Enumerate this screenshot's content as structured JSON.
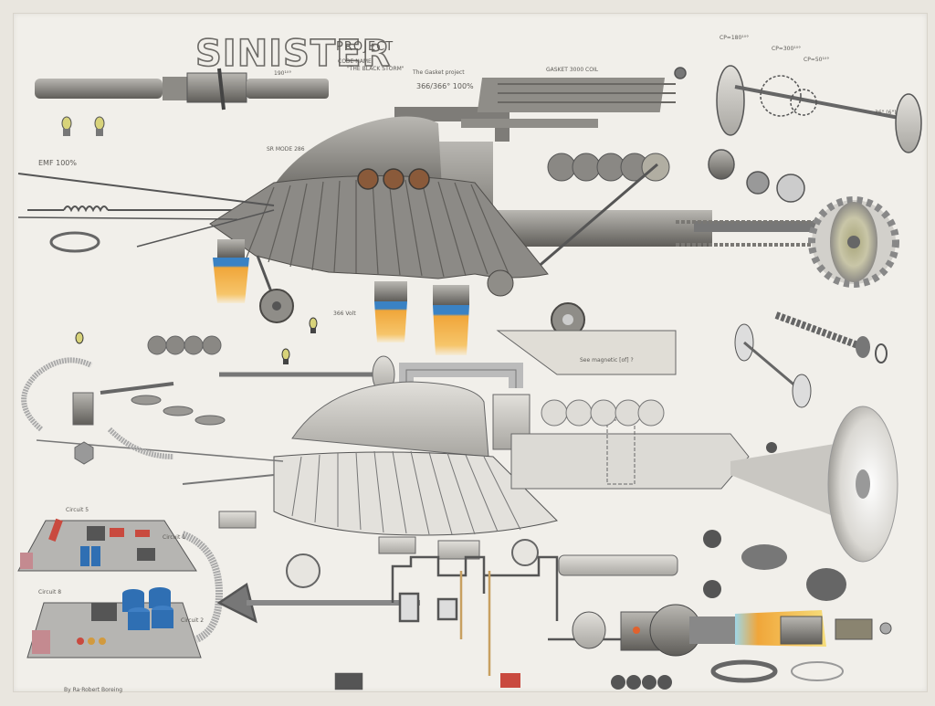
{
  "artwork": {
    "type": "pencil technical drawing of a fantasy machine",
    "colors": {
      "paper": "#f1efea",
      "graphite": "#6c6a66",
      "flame_orange": "#f0a63a",
      "flame_yellow": "#f6d36a",
      "flame_blue": "#3a82c4",
      "capacitor_blue": "#2f6fb3",
      "component_red": "#c94a3f",
      "port_brown": "#8a5a3a",
      "bulb_yellow": "#d8d37a"
    }
  },
  "labels": {
    "title": "SINISTER",
    "project": "PROJECT",
    "code_name_label": "CODE NAME",
    "code_name": "\"THE BLACK STORM\"",
    "dimension_top": "190¹⁰°",
    "gasket_note": "The Gasket project",
    "ratio": "366/366° 100%",
    "emf": "EMF 100%",
    "sr_model": "SR MODE 286",
    "gasket_coil": "GASKET 3000 COIL",
    "cp_values": [
      "CP=180¹⁰°",
      "CP=300¹⁰°",
      "CP=50¹⁰°"
    ],
    "wheel_dim": "36\" (6\")",
    "angle_366": "366 Volt",
    "box_note": "See magnetic [of] ?",
    "circuit_labels": [
      "Circuit 5",
      "Circuit 8",
      "Circuit 1",
      "Circuit 2"
    ],
    "signature": "By Ra·Robert Boreing"
  }
}
